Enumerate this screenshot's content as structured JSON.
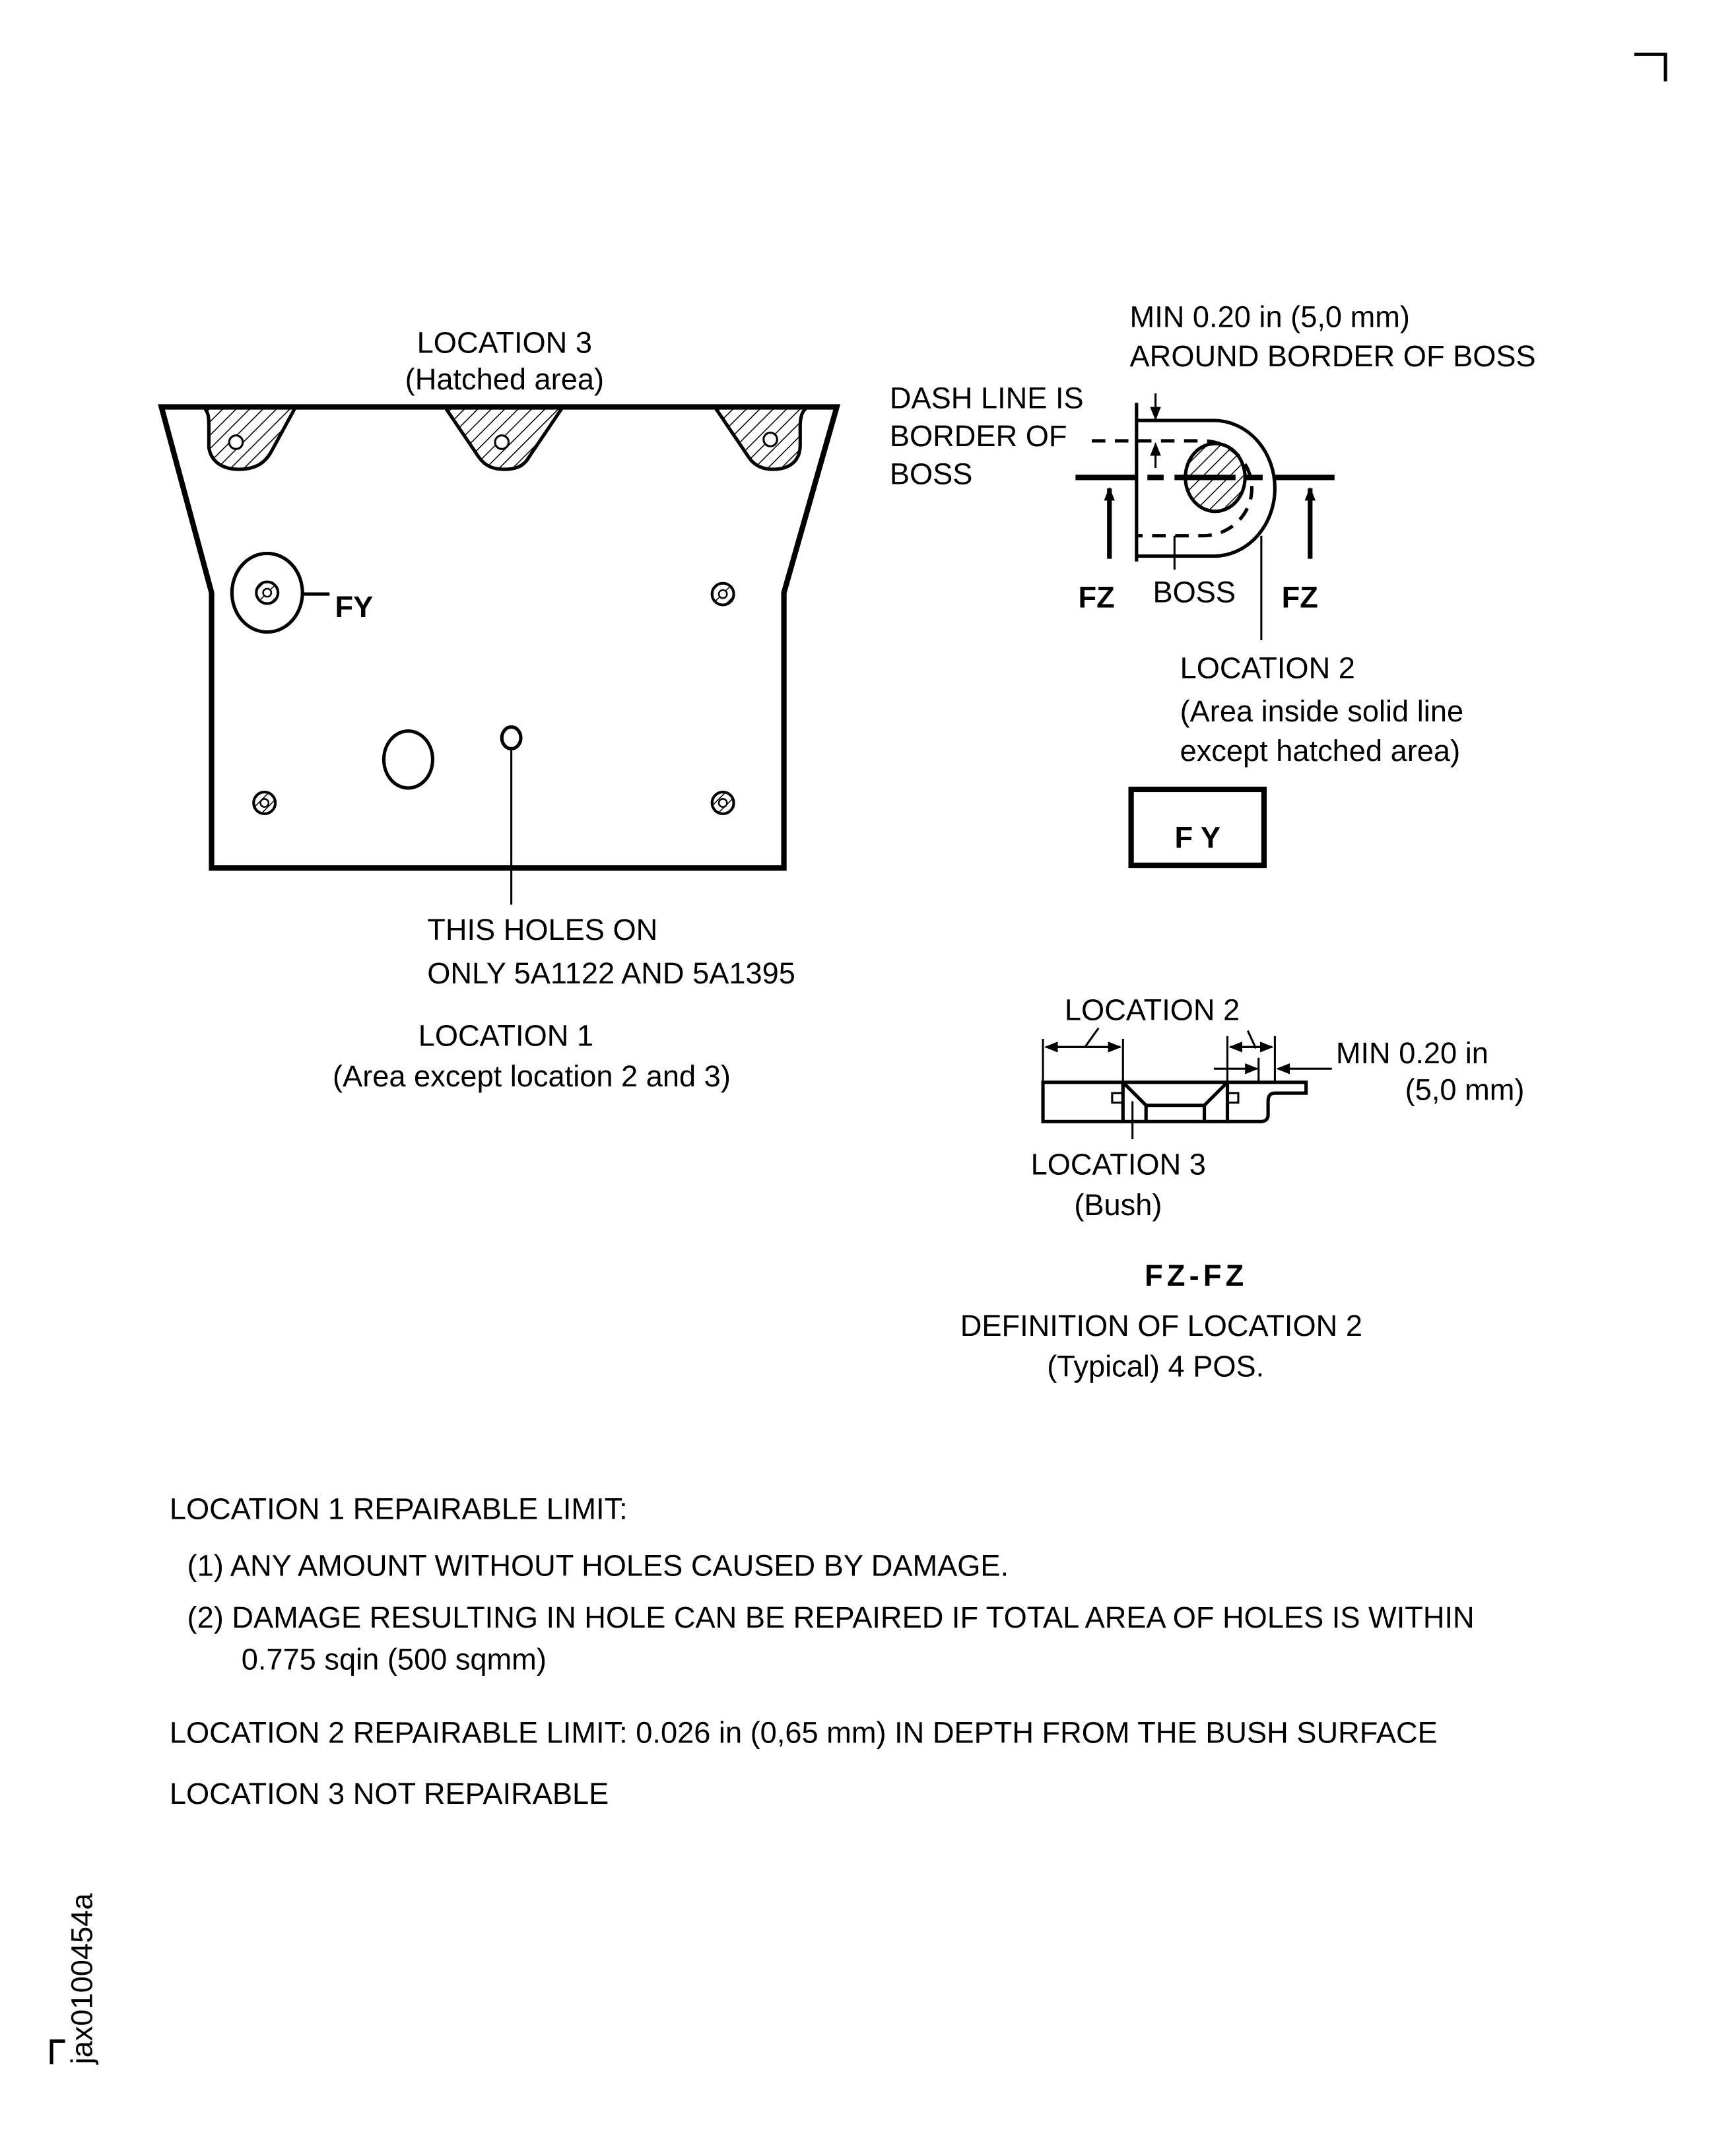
{
  "doc_id": "jax0100454a",
  "main_view": {
    "location3_title": "LOCATION 3",
    "location3_sub": "(Hatched area)",
    "fy_callout": "FY",
    "holes_note_1": "THIS HOLES ON",
    "holes_note_2": "ONLY 5A1122 AND 5A1395",
    "location1_title": "LOCATION 1",
    "location1_sub": "(Area except location 2 and 3)"
  },
  "detail_fy": {
    "min_label": "MIN 0.20 in  (5,0 mm)",
    "around_label": "AROUND BORDER OF BOSS",
    "dash_1": "DASH LINE IS",
    "dash_2": "BORDER OF",
    "dash_3": "BOSS",
    "fz_left": "FZ",
    "fz_right": "FZ",
    "boss_label": "BOSS",
    "location2_title": "LOCATION 2",
    "location2_sub1": "(Area inside solid line",
    "location2_sub2": "except hatched area)",
    "view_tag": "F Y"
  },
  "section_fz": {
    "location2_label": "LOCATION 2",
    "min_label": "MIN 0.20 in",
    "min_mm": "(5,0 mm)",
    "location3_label": "LOCATION 3",
    "location3_sub": "(Bush)",
    "section_title": "FZ-FZ",
    "definition": "DEFINITION OF LOCATION  2",
    "typical": "(Typical)  4 POS."
  },
  "notes": {
    "loc1_title": "LOCATION 1 REPAIRABLE LIMIT:",
    "loc1_item1": "(1) ANY AMOUNT WITHOUT HOLES CAUSED BY DAMAGE.",
    "loc1_item2": "(2) DAMAGE RESULTING IN HOLE CAN BE REPAIRED IF TOTAL AREA OF HOLES IS WITHIN",
    "loc1_item2_cont": "0.775 sqin (500 sqmm)",
    "loc2": "LOCATION 2 REPAIRABLE LIMIT: 0.026 in (0,65 mm) IN DEPTH FROM THE BUSH SURFACE",
    "loc3": "LOCATION 3 NOT REPAIRABLE"
  }
}
